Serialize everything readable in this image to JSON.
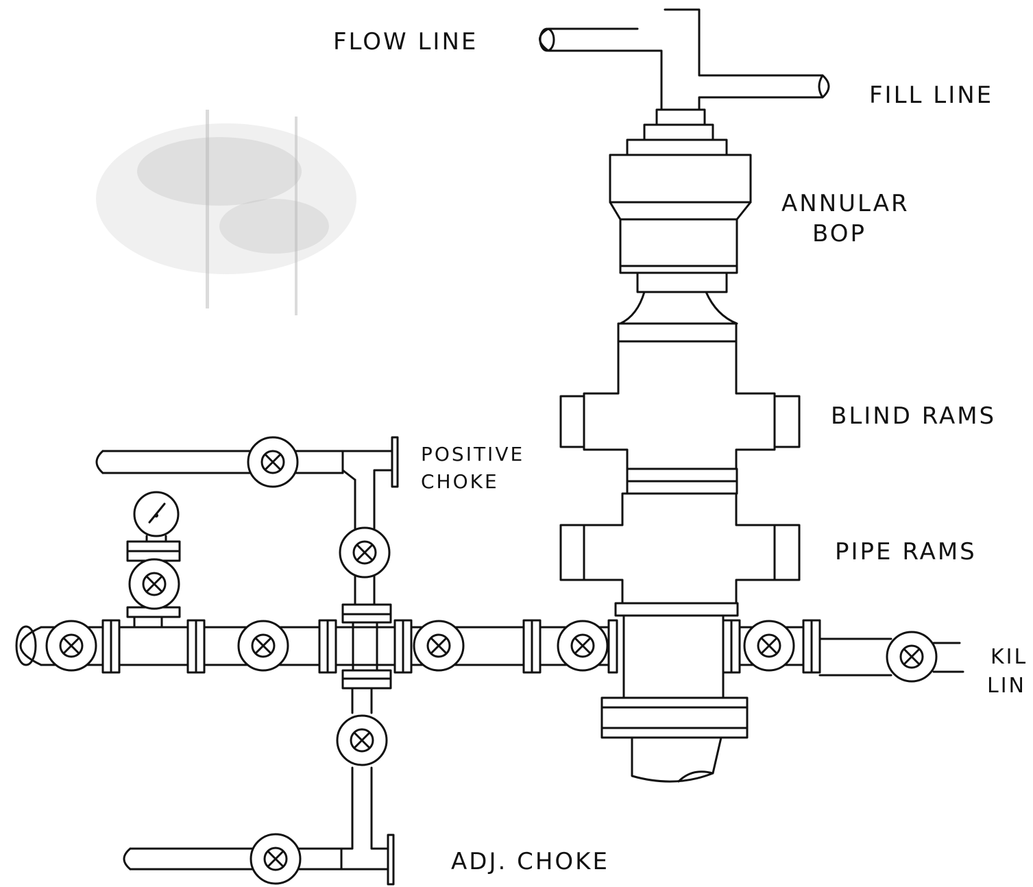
{
  "labels": {
    "flow_line": "FLOW LINE",
    "fill_line": "FILL LINE",
    "annular_bop_1": "ANNULAR",
    "annular_bop_2": "BOP",
    "blind_rams": "BLIND RAMS",
    "pipe_rams": "PIPE RAMS",
    "positive_choke_1": "POSITIVE",
    "positive_choke_2": "CHOKE",
    "kill_line_1": "KIL",
    "kill_line_2": "LIN",
    "adj_choke": "ADJ. CHOKE"
  },
  "icons": {
    "valve": "circle-x-valve-icon",
    "gauge": "pressure-gauge-icon"
  },
  "colors": {
    "ink": "#111111",
    "paper": "#ffffff",
    "smudge": "#555555"
  }
}
